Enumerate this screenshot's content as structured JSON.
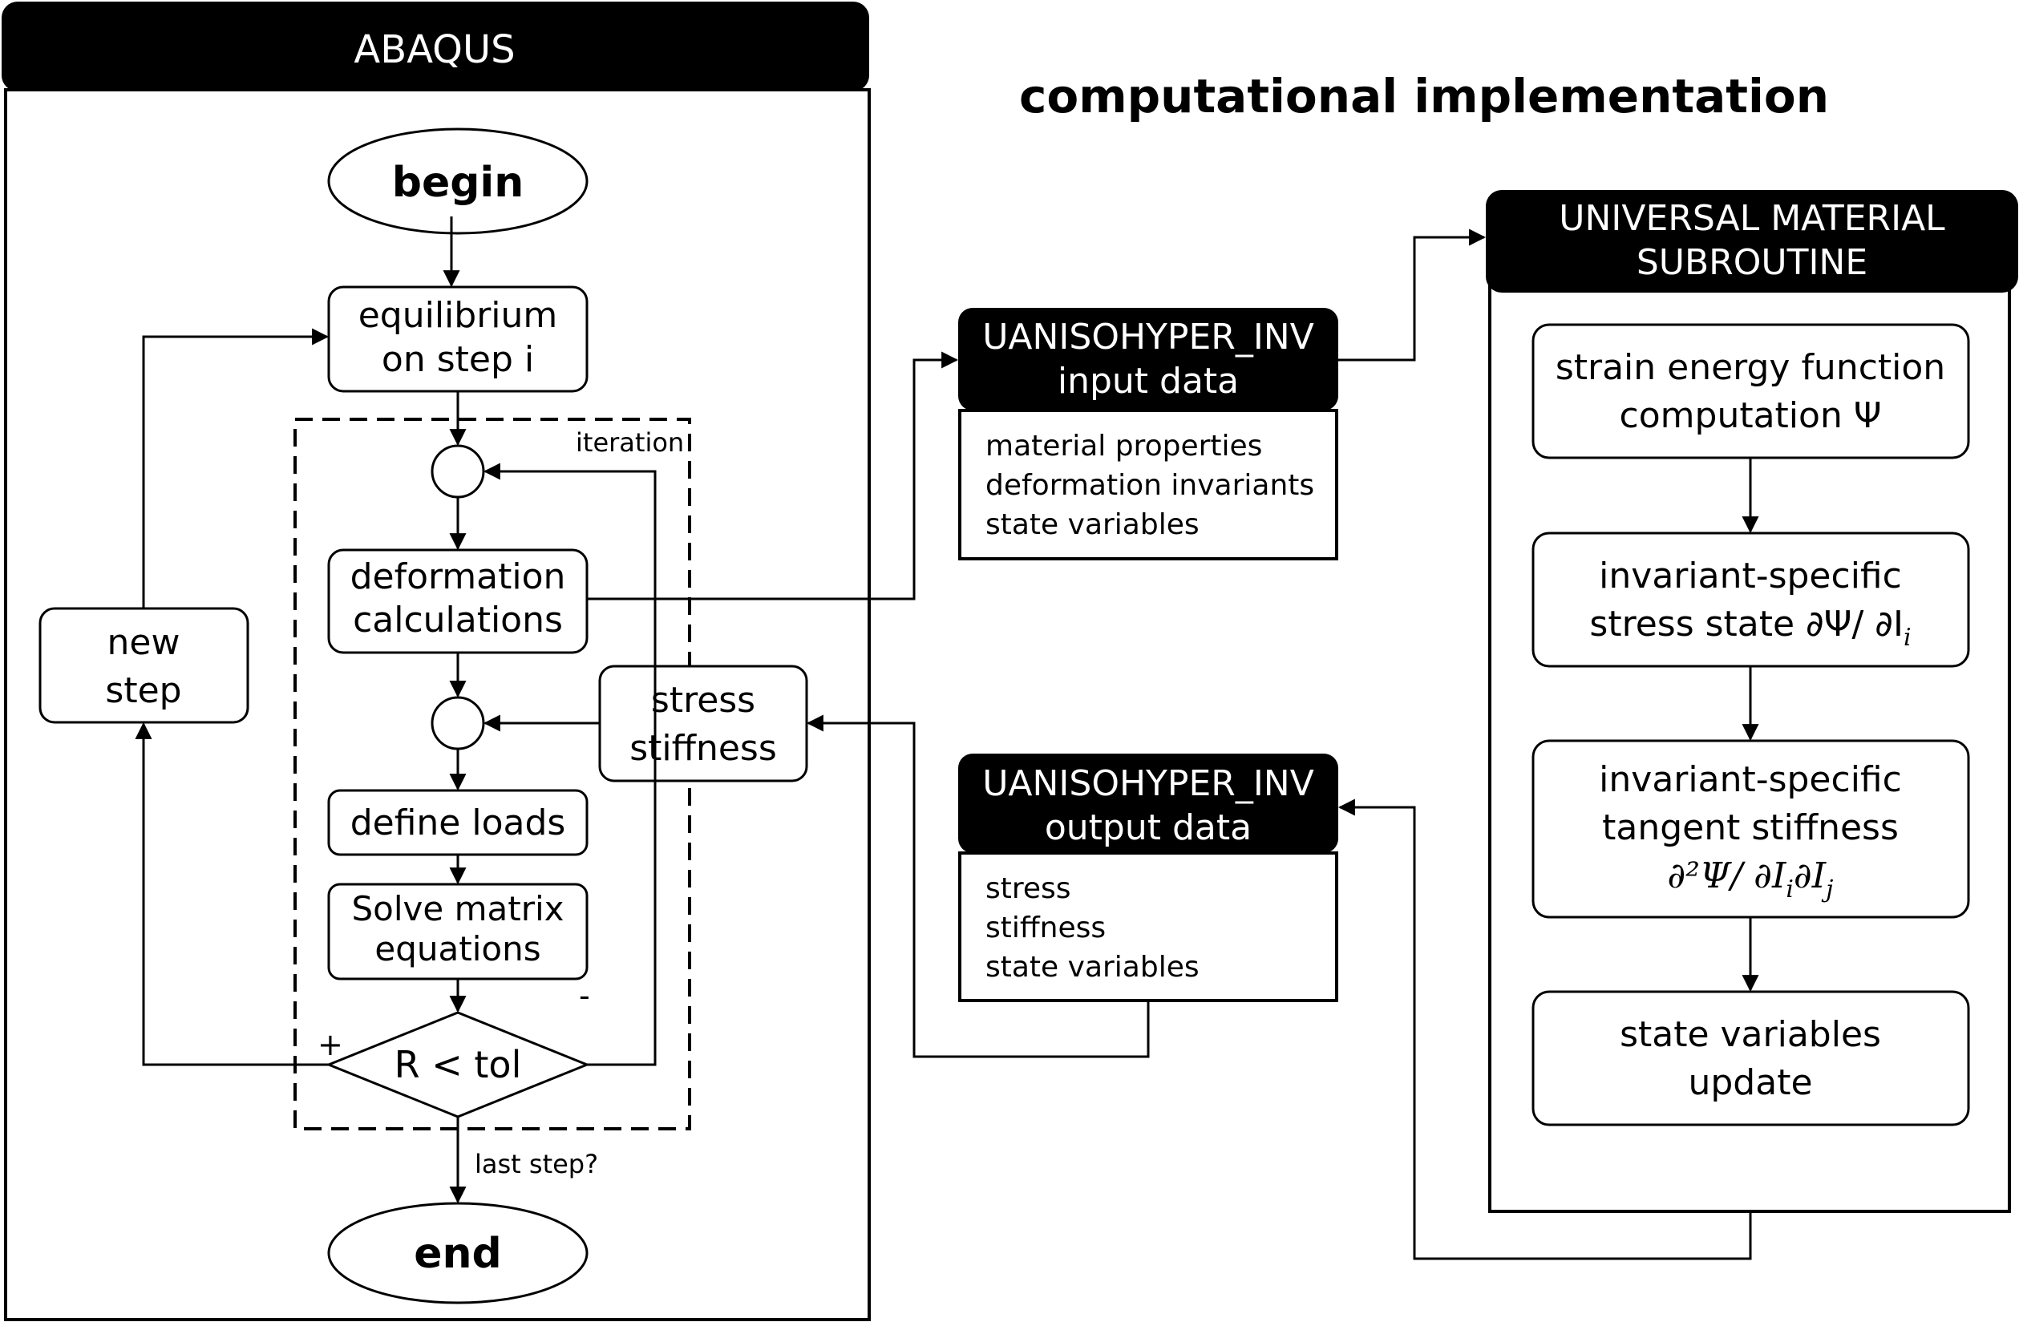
{
  "title": "computational implementation",
  "abaqus": {
    "header": "ABAQUS",
    "begin": "begin",
    "equilibrium": [
      "equilibrium",
      "on step i"
    ],
    "iteration_label": "iteration",
    "deformation": [
      "deformation",
      "calculations"
    ],
    "define_loads": "define loads",
    "solve": [
      "Solve matrix",
      "equations"
    ],
    "decision": "R < tol",
    "plus": "+",
    "minus": "-",
    "last_step": "last step?",
    "end": "end",
    "new_step": [
      "new",
      "step"
    ],
    "stress_stiffness": [
      "stress",
      "stiffness"
    ]
  },
  "input_box": {
    "header": [
      "UANISOHYPER_INV",
      "input data"
    ],
    "items": [
      "material properties",
      "deformation invariants",
      "state variables"
    ]
  },
  "output_box": {
    "header": [
      "UANISOHYPER_INV",
      "output data"
    ],
    "items": [
      "stress",
      "stiffness",
      "state variables"
    ]
  },
  "umat": {
    "header": [
      "UNIVERSAL MATERIAL",
      "SUBROUTINE"
    ],
    "step1": [
      "strain energy function",
      "computation Ψ"
    ],
    "step2": [
      "invariant-specific",
      "stress state ∂Ψ/ ∂I"
    ],
    "step2_sub": "i",
    "step3": [
      "invariant-specific",
      "tangent stiffness",
      "∂²Ψ/ ∂I"
    ],
    "step3_sub_i": "i",
    "step3_mid": "∂I",
    "step3_sub_j": "j",
    "step4": [
      "state variables",
      "update"
    ]
  },
  "colors": {
    "ink": "#000000",
    "paper": "#ffffff"
  }
}
